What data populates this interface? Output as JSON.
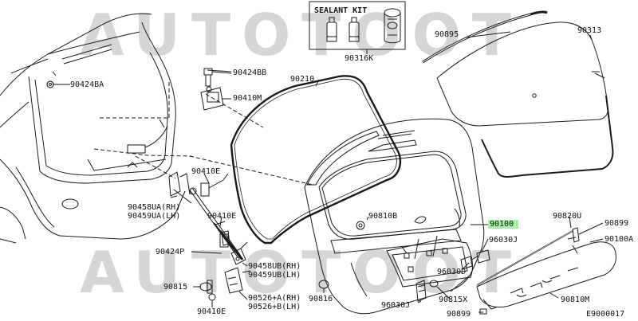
{
  "watermark": {
    "top": "AUTOTOOT",
    "bottom": "AUTOTOOT"
  },
  "kit": {
    "title": "SEALANT KIT",
    "part": "90316K"
  },
  "callouts": {
    "p90895": "90895",
    "p90313": "90313",
    "p90424BA": "90424BA",
    "p90424BB": "90424BB",
    "p90210": "90210",
    "p90410M": "90410M",
    "p90410E_a": "90410E",
    "p90458UA": "90458UA(RH)",
    "p90459UA": "90459UA(LH)",
    "p90410E_b": "90410E",
    "p90424P": "90424P",
    "p90810B": "90810B",
    "p90100": "90100",
    "p90820U": "90820U",
    "p90899_a": "90899",
    "p96030J_a": "96030J",
    "p90100A": "90100A",
    "p90458UB": "90458UB(RH)",
    "p90459UB": "90459UB(LH)",
    "p96030D": "96030D",
    "p90815": "90815",
    "p90816": "90816",
    "p90526A": "90526+A(RH)",
    "p90526B": "90526+B(LH)",
    "p90815X": "90815X",
    "p90810M": "90810M",
    "p96030J_b": "96030J",
    "p90410E_c": "90410E",
    "p90899_b": "90899"
  },
  "diagram_code": "E9000017",
  "colors": {
    "highlight": "#a8f0a8",
    "line": "#1a1a1a",
    "watermark": "#d6d6d6"
  }
}
